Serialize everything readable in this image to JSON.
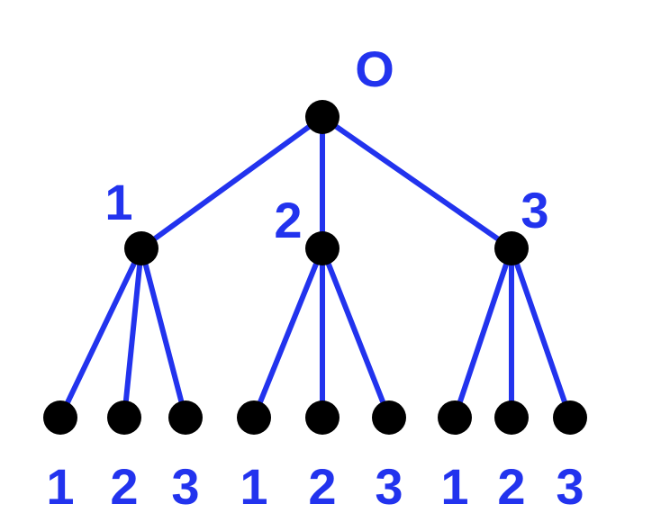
{
  "colors": {
    "edge": "#2233ee",
    "node": "#000000",
    "label": "#2233ee"
  },
  "root": {
    "label": "O",
    "children": [
      {
        "label": "1",
        "children": [
          {
            "label": "1"
          },
          {
            "label": "2"
          },
          {
            "label": "3"
          }
        ]
      },
      {
        "label": "2",
        "children": [
          {
            "label": "1"
          },
          {
            "label": "2"
          },
          {
            "label": "3"
          }
        ]
      },
      {
        "label": "3",
        "children": [
          {
            "label": "1"
          },
          {
            "label": "2"
          },
          {
            "label": "3"
          }
        ]
      }
    ]
  }
}
